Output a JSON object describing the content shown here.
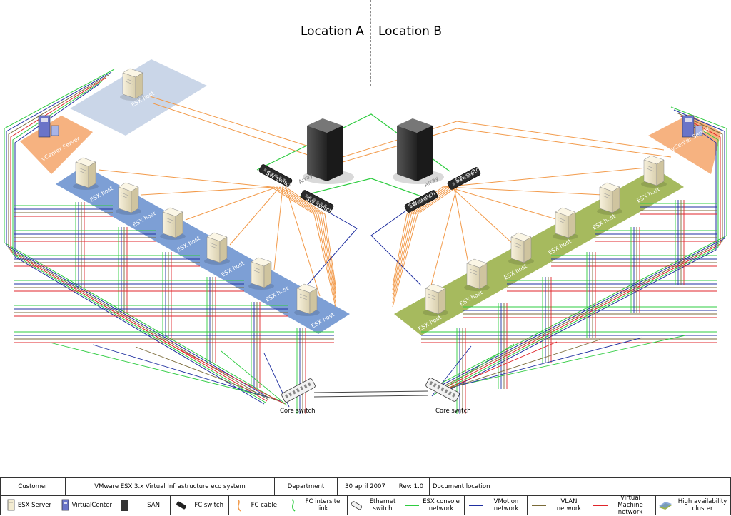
{
  "header": {
    "location_a": "Location A",
    "location_b": "Location B"
  },
  "labels": {
    "esx_host": "ESX host",
    "vcenter": "vCenter Server",
    "array": "Array",
    "switch": "SW switch",
    "core_switch": "Core switch"
  },
  "footer": {
    "customer": "Customer",
    "title": "VMware ESX 3.x Virtual Infrastructure eco system",
    "department": "Department",
    "date": "30 april 2007",
    "rev": "Rev: 1.0",
    "doc_location": "Document location"
  },
  "legend": {
    "esx_server": "ESX Server",
    "virtualcenter": "VirtualCenter",
    "san": "SAN",
    "fc_switch": "FC switch",
    "fc_cable": "FC cable",
    "fc_intersite": "FC intersite link",
    "ethernet_switch": "Ethernet switch",
    "esx_console": "ESX console network",
    "vmotion": "VMotion network",
    "vlan": "VLAN network",
    "vm_network": "Virtual Machine network",
    "ha_cluster": "High availability cluster"
  },
  "colors": {
    "console": "#2ecc40",
    "vmotion": "#1f2fa0",
    "vlan": "#7a6a38",
    "vm": "#e0262b",
    "fc": "#f29a4a",
    "cluster_a": "#6f95d0",
    "cluster_b": "#9cb34d",
    "vcenter_pad": "#f5a46a",
    "host_pad": "#b8c8e0"
  }
}
